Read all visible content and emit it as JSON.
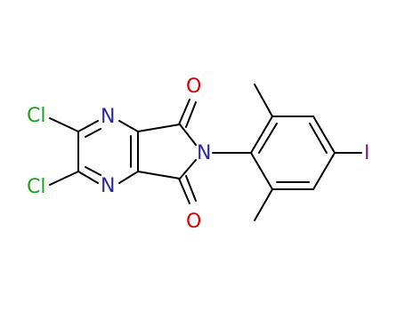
{
  "diagram": {
    "atom_labels": {
      "cl_top": "Cl",
      "cl_bottom": "Cl",
      "n_ring_top": "N",
      "n_ring_bottom": "N",
      "n_imide": "N",
      "o_top": "O",
      "o_bottom": "O",
      "iodine": "I"
    },
    "colors": {
      "bond": "#000000",
      "chlorine": "#1aa31a",
      "nitrogen": "#2b2b9e",
      "oxygen": "#d60000",
      "iodine": "#7a1a8e"
    }
  }
}
